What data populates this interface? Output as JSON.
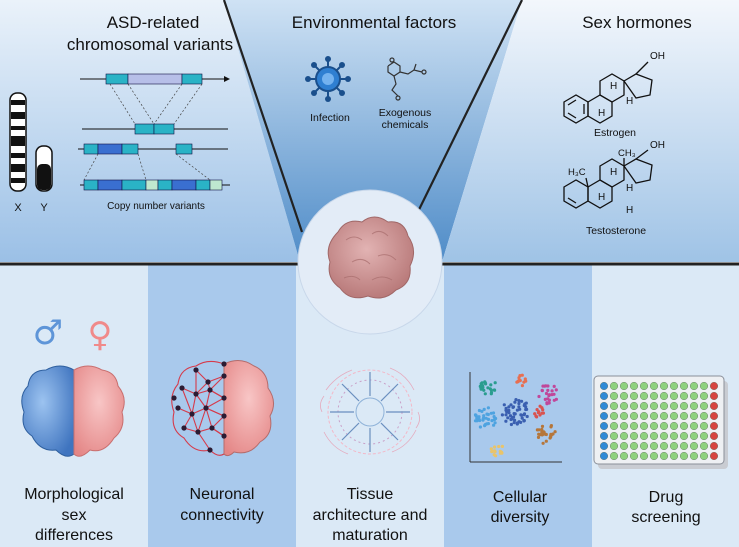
{
  "top": {
    "chromosomal": {
      "title_line1": "ASD-related",
      "title_line2": "chromosomal variants",
      "x_label": "X",
      "y_label": "Y",
      "cnv_caption": "Copy number variants"
    },
    "environmental": {
      "title": "Environmental factors",
      "infection_label": "Infection",
      "exogenous_line1": "Exogenous",
      "exogenous_line2": "chemicals"
    },
    "hormones": {
      "title": "Sex hormones",
      "estrogen_label": "Estrogen",
      "testosterone_label": "Testosterone",
      "oh_label": "OH",
      "h_label": "H",
      "ch3_label": "CH₃",
      "h3c_label": "H₃C"
    }
  },
  "bottom": {
    "panels": [
      {
        "line1": "Morphological",
        "line2": "sex",
        "line3": "differences"
      },
      {
        "line1": "Neuronal",
        "line2": "connectivity"
      },
      {
        "line1": "Tissue",
        "line2": "architecture and",
        "line3": "maturation"
      },
      {
        "line1": "Cellular",
        "line2": "diversity"
      },
      {
        "line1": "Drug",
        "line2": "screening"
      }
    ],
    "male_symbol": "♂",
    "female_symbol": "♀"
  },
  "colors": {
    "top_bg_light": "#dbeaf6",
    "top_bg_dark": "#5d93c9",
    "panel_a": "#dbe9f6",
    "panel_b": "#a8c9ec",
    "male_blue": "#5e95d8",
    "female_pink": "#f19b9b",
    "organoid": "#c98f8f"
  }
}
